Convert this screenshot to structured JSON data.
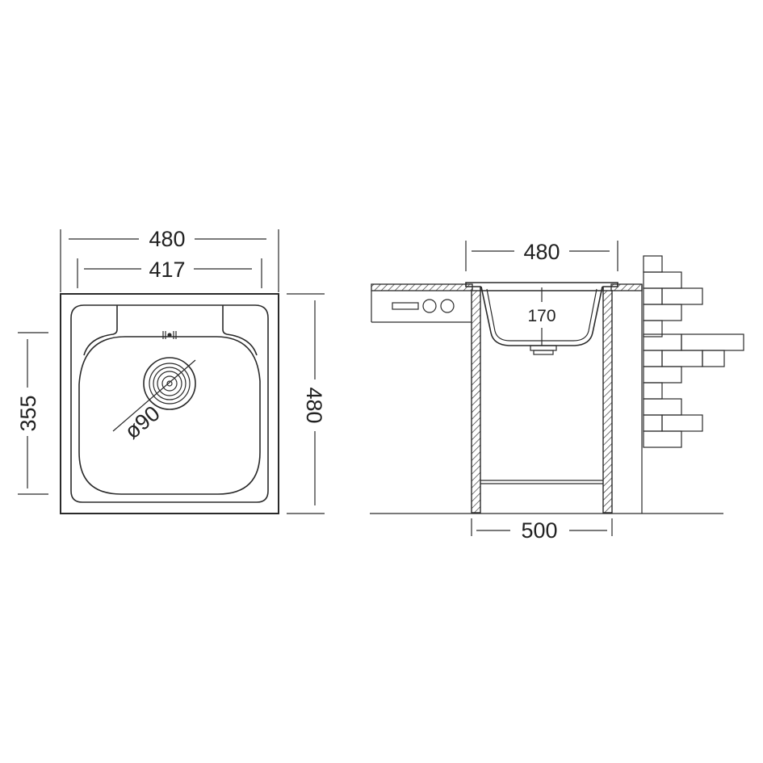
{
  "top_view": {
    "outer_width": "480",
    "inner_width": "417",
    "bowl_depth": "355",
    "outer_depth": "480",
    "drain_diameter": "ø90"
  },
  "side_view": {
    "sink_width": "480",
    "sink_depth": "170",
    "cabinet_width": "500"
  },
  "colors": {
    "line": "#2a2a2a",
    "text": "#222222",
    "background": "#ffffff"
  }
}
